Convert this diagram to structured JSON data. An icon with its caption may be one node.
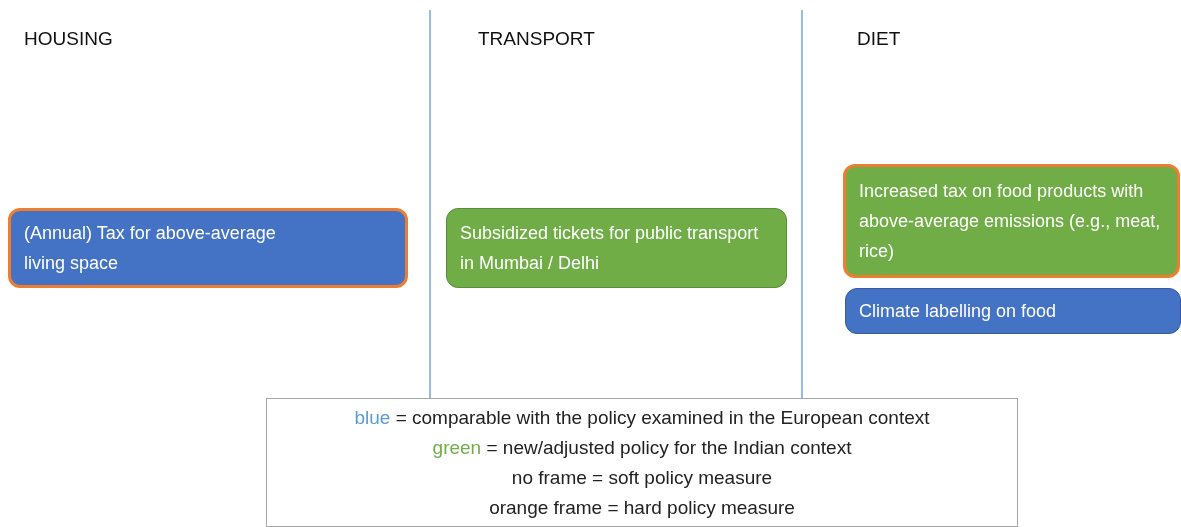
{
  "diagram": {
    "nodes": [
      {
        "text": [
          "(Annual) Tax for above-average living space"
        ]
      },
      {
        "text": [
          "Subsidized tickets for public transport in Mumbai / Delhi"
        ]
      },
      {
        "text": [
          "Increased tax on food products with above-average emissions (e.g., meat, rice)"
        ]
      },
      {
        "text": [
          "Climate labelling on food"
        ]
      }
    ],
    "edges": [],
    "labels": [
      "HOUSING",
      "TRANSPORT",
      "DIET"
    ],
    "legend": [
      {
        "text": "blue = comparable with the policy examined in the European context",
        "color": "#5b9bd5"
      },
      {
        "text": "green = new/adjusted policy for the Indian context",
        "color": "#70ad47"
      },
      {
        "text": "no frame = soft policy measure"
      },
      {
        "text": "orange frame = hard policy measure"
      }
    ]
  }
}
